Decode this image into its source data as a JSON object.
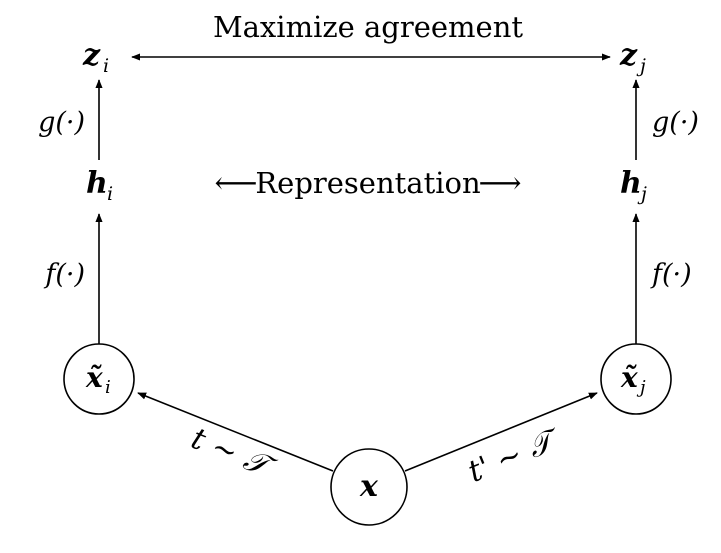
{
  "top_label": "Maximize agreement",
  "middle_label": "Representation",
  "middle_left_arrow": "⟵",
  "middle_right_arrow": "⟶",
  "nodes": {
    "z_left": {
      "symbol": "z",
      "subscript": "i"
    },
    "z_right": {
      "symbol": "z",
      "subscript": "j"
    },
    "h_left": {
      "symbol": "h",
      "subscript": "i"
    },
    "h_right": {
      "symbol": "h",
      "subscript": "j"
    },
    "xt_left": {
      "symbol": "x̃",
      "subscript": "i"
    },
    "xt_right": {
      "symbol": "x̃",
      "subscript": "j"
    },
    "x_center": {
      "symbol": "x"
    }
  },
  "functions": {
    "g_left": "g(·)",
    "g_right": "g(·)",
    "f_left": "f(·)",
    "f_right": "f(·)"
  },
  "augmentations": {
    "left": "t ∼ 𝒯",
    "right": "t' ∼ 𝒯"
  }
}
